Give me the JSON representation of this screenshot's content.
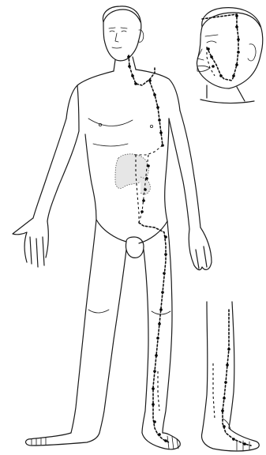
{
  "figure": {
    "views": [
      "full-body-front",
      "head-three-quarter",
      "lower-leg-lateral"
    ],
    "colors": {
      "ink": "#1a1a1a",
      "route": "#111111",
      "organ_fill": "#e6e6e6",
      "background": "#ffffff"
    }
  }
}
